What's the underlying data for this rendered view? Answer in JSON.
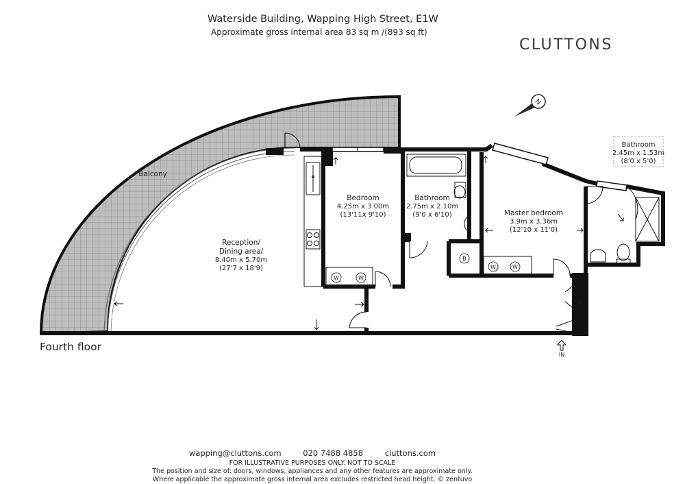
{
  "header": {
    "title": "Waterside Building, Wapping High Street, E1W",
    "subtitle": "Approximate gross internal area 83 sq m /(893 sq ft)",
    "brand": "CLUTTONS"
  },
  "compass": {
    "letter": "N"
  },
  "rooms": {
    "balcony": {
      "name": "Balcony"
    },
    "reception": {
      "name_line1": "Reception/",
      "name_line2": "Dining area/",
      "metric": "8.40m x 5.70m",
      "imperial": "(27'7 x 18'9)"
    },
    "bedroom": {
      "name": "Bedroom",
      "metric": "4.25m x 3.00m",
      "imperial": "(13'11x 9'10)"
    },
    "bathroom": {
      "name": "Bathroom",
      "metric": "2.75m x 2.10m",
      "imperial": "(9'0 x 6'10)"
    },
    "master_bedroom": {
      "name": "Master bedroom",
      "metric": "3.9m x 3.36m",
      "imperial": "(12'10 x 11'0)"
    },
    "bathroom_2": {
      "name": "Bathroom",
      "metric": "2.45m x 1.53m",
      "imperial": "(8'0 x 5'0)"
    }
  },
  "symbols": {
    "wardrobe": "W",
    "boiler": "B",
    "cupboard": "C",
    "entrance": "IN"
  },
  "floor_label": "Fourth floor",
  "footer": {
    "email": "wapping@cluttons.com",
    "phone": "020 7488 4858",
    "website": "cluttons.com",
    "disclaimer1": "FOR ILLUSTRATIVE PURPOSES ONLY. NOT TO SCALE",
    "disclaimer2": "The position and size of: doors, windows, appliances and any other features are approximate only.",
    "disclaimer3": "Where applicable the approximate gross internal area excludes restricted head height. © zentuvo"
  },
  "colors": {
    "wall": "#111111",
    "balcony_fill": "#bdbdbd",
    "balcony_grid": "#8a8a8a",
    "brand": "#3a3a3a"
  }
}
